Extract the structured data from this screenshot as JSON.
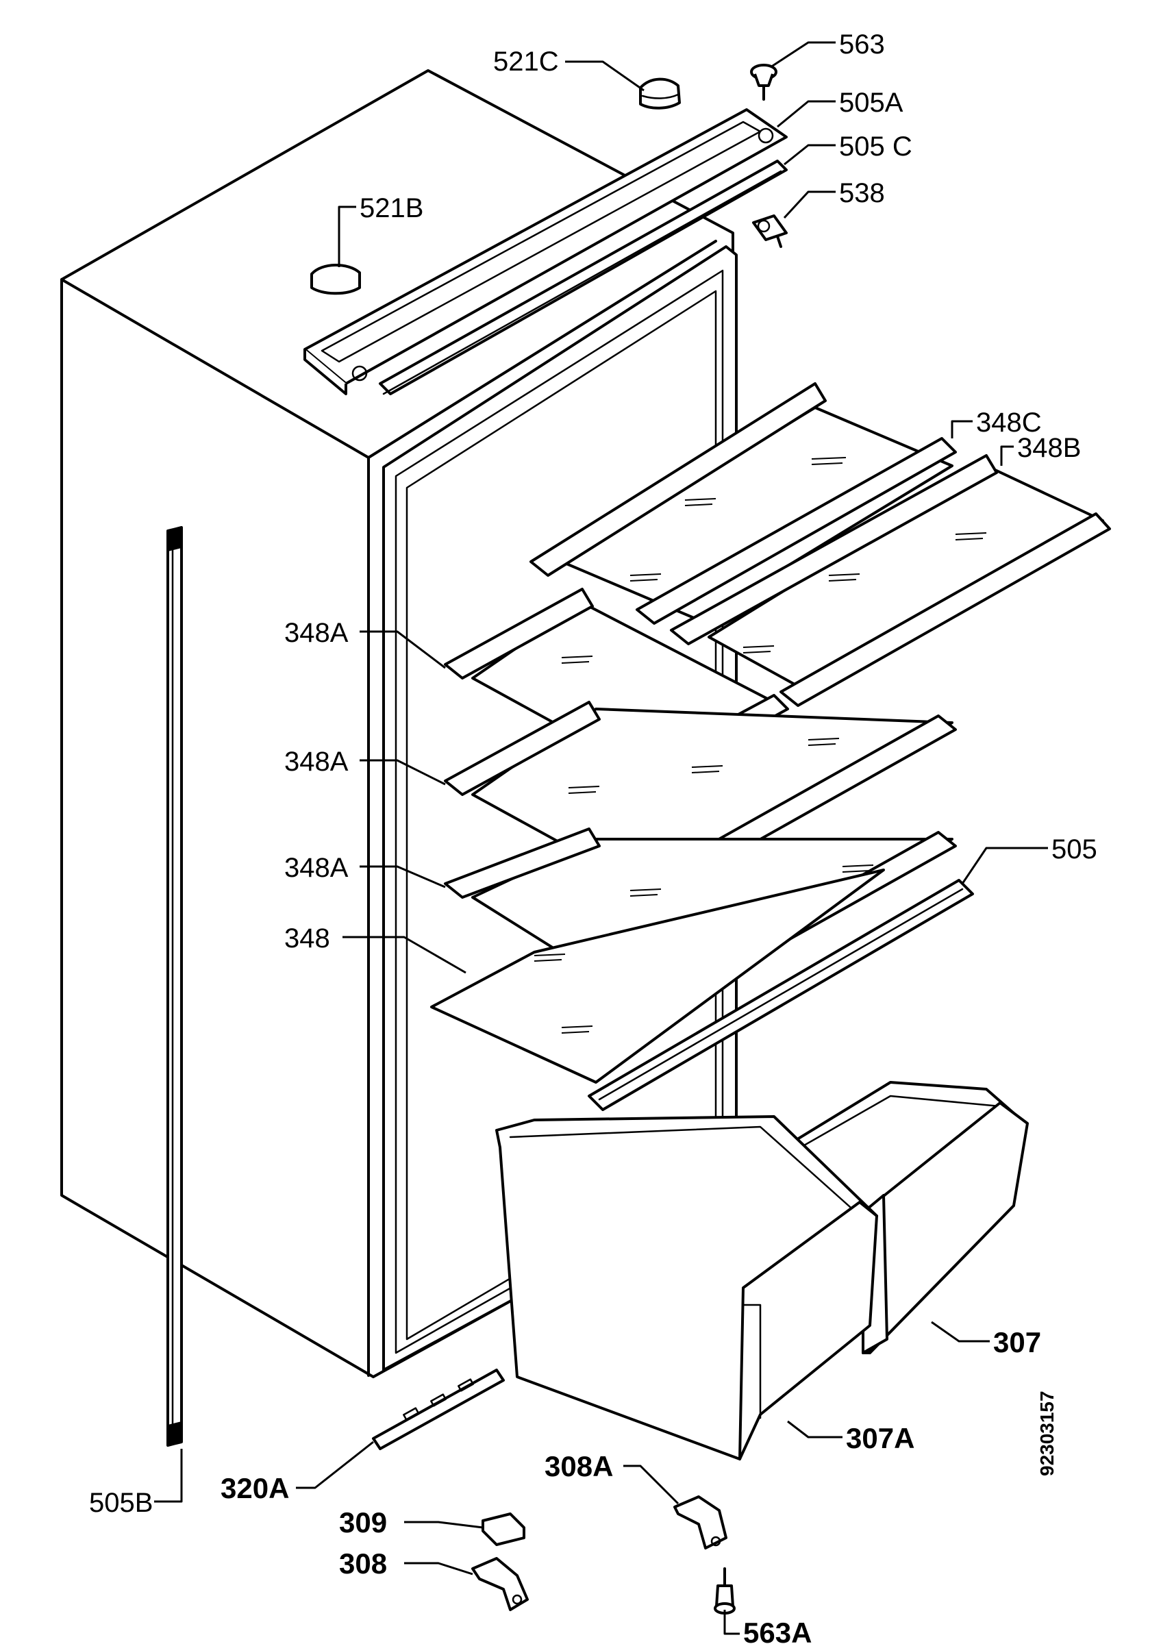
{
  "labels": {
    "l563": "563",
    "l521c": "521C",
    "l505a": "505A",
    "l505c": "505 C",
    "l521b": "521B",
    "l538": "538",
    "l348c": "348C",
    "l348b": "348B",
    "l348a_1": "348A",
    "l348a_2": "348A",
    "l348a_3": "348A",
    "l505": "505",
    "l348": "348",
    "l307": "307",
    "l307a": "307A",
    "l505b": "505B",
    "l320a": "320A",
    "l308a": "308A",
    "l309": "309",
    "l308": "308",
    "l563a": "563A"
  },
  "doc_number": "92303157"
}
